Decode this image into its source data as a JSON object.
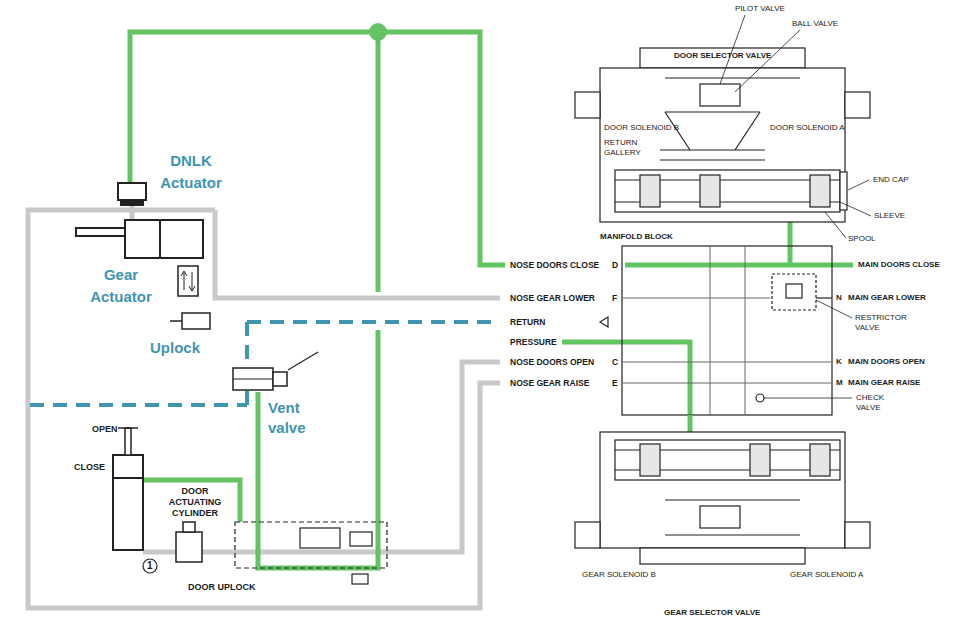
{
  "diagram": {
    "nodes": [
      {
        "text": [
          "DOOR SELECTOR VALVE"
        ]
      },
      {
        "text": [
          "MANIFOLD BLOCK"
        ]
      },
      {
        "text": [
          "GEAR SELECTOR VALVE"
        ]
      }
    ],
    "edges": [
      {
        "from": 0,
        "to": 1,
        "arrow": "none"
      },
      {
        "from": 1,
        "to": 2,
        "arrow": "none"
      }
    ],
    "labels": [
      "DNLK Actuator",
      "Gear Actuator",
      "Uplock",
      "Vent valve",
      "OPEN",
      "CLOSE",
      "DOOR ACTUATING CYLINDER",
      "1",
      "DOOR UPLOCK",
      "PILOT VALVE",
      "BALL VALVE",
      "DOOR SOLENOID B",
      "DOOR SOLENOID A",
      "RETURN GALLERY",
      "END CAP",
      "SLEEVE",
      "SPOOL",
      "NOSE DOORS CLOSE",
      "D",
      "MAIN DOORS CLOSE",
      "NOSE GEAR LOWER",
      "F",
      "N",
      "MAIN GEAR LOWER",
      "RESTRICTOR VALVE",
      "RETURN",
      "PRESSURE",
      "NOSE DOORS OPEN",
      "C",
      "K",
      "MAIN DOORS OPEN",
      "NOSE GEAR RAISE",
      "E",
      "M",
      "MAIN GEAR RAISE",
      "CHECK VALVE",
      "GEAR SOLENOID B",
      "GEAR SOLENOID A"
    ]
  }
}
